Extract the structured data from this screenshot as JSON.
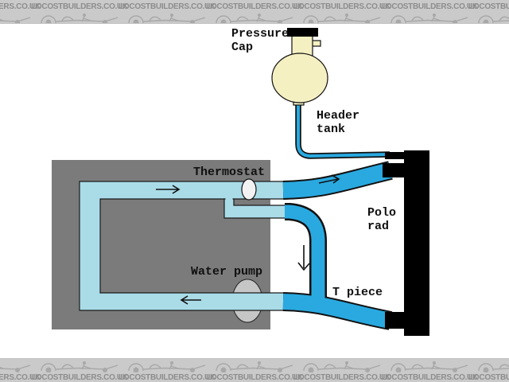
{
  "banner": {
    "site_text": "LOCOSTBUILDERS.CO.UK"
  },
  "diagram": {
    "labels": {
      "pressure_cap": [
        "Pressure",
        "Cap"
      ],
      "header_tank": [
        "Header",
        "tank"
      ],
      "thermostat": "Thermostat",
      "polo_rad": [
        "Polo",
        "rad"
      ],
      "water_pump": "Water pump",
      "t_piece": "T piece"
    },
    "colors": {
      "hose_blue": "#29a9e0",
      "coolant_channel_blue": "#aadce8",
      "engine_block_gray": "#7b7b7b",
      "header_tank_yellow": "#f5f0c2",
      "radiator_black": "#000000",
      "water_pump_gray": "#c6c6c6",
      "thermostat_white": "#f2f2f2",
      "banner_background": "#cacaca",
      "banner_text_gray": "#8d8d8d"
    }
  }
}
